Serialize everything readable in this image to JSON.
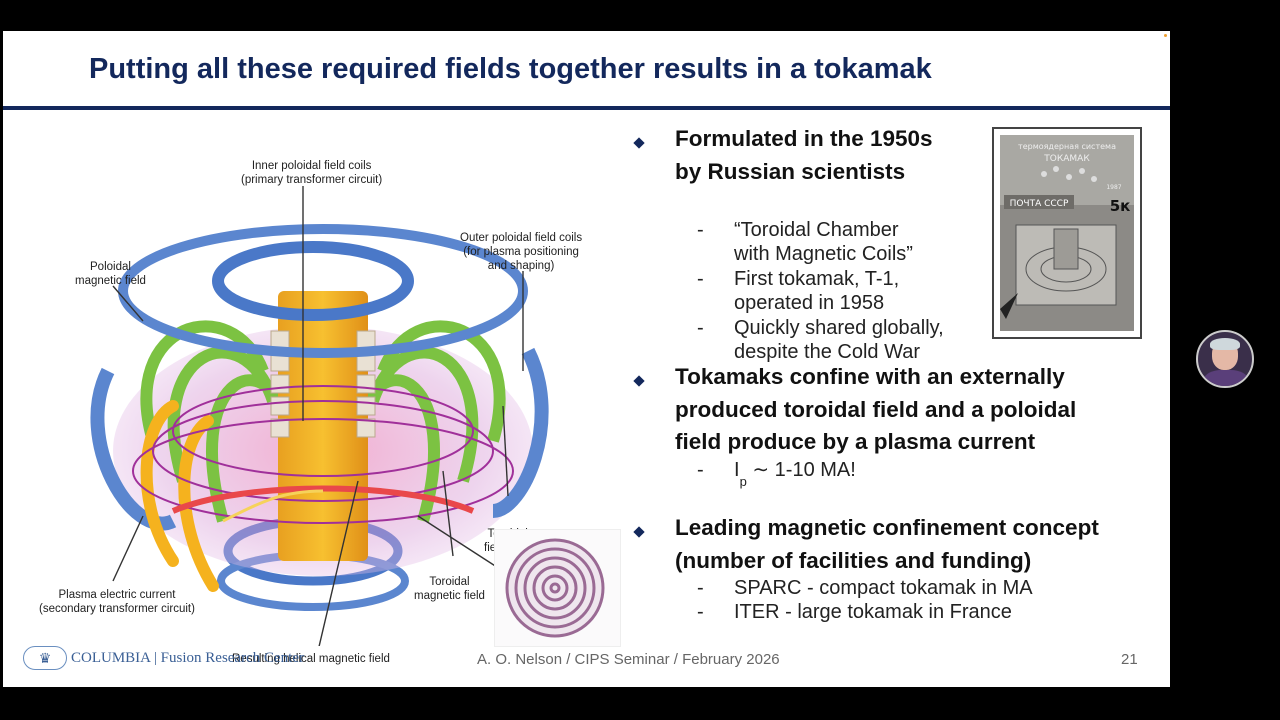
{
  "slide": {
    "title": "Putting all these required fields together results in a tokamak",
    "page_number": "21",
    "footer_center": "A. O. Nelson / CIPS Seminar / February 2026",
    "logo_text": "COLUMBIA | Fusion Research Center"
  },
  "diagram": {
    "labels": {
      "inner_poloidal": "Inner poloidal field coils",
      "inner_poloidal_sub": "(primary transformer circuit)",
      "outer_poloidal": "Outer poloidal field coils",
      "outer_poloidal_sub1": "(for plasma positioning",
      "outer_poloidal_sub2": "and shaping)",
      "poloidal_field1": "Poloidal",
      "poloidal_field2": "magnetic field",
      "toroidal_coils1": "Toroidal",
      "toroidal_coils2": "field coils",
      "toroidal_field1": "Toroidal",
      "toroidal_field2": "magnetic field",
      "plasma_current": "Plasma electric current",
      "plasma_current_sub": "(secondary transformer circuit)",
      "helical": "Resulting helical magnetic field"
    }
  },
  "bullets": [
    {
      "head": [
        "Formulated in the 1950s",
        "by Russian scientists"
      ],
      "subs": [
        [
          "“Toroidal Chamber",
          "with Magnetic Coils”"
        ],
        [
          "First tokamak, T-1,",
          "operated in 1958"
        ],
        [
          "Quickly shared globally,",
          "despite the Cold War"
        ]
      ]
    },
    {
      "head": [
        "Tokamaks confine with an externally",
        "produced toroidal field and a poloidal",
        "field produce by a plasma current"
      ],
      "subs": [
        [
          "I",
          "p",
          "∼ 1-10 MA!"
        ]
      ]
    },
    {
      "head": [
        "Leading magnetic confinement concept",
        "(number of facilities and funding)"
      ],
      "subs": [
        [
          "SPARC - compact tokamak in MA"
        ],
        [
          "ITER - large tokamak in France"
        ]
      ]
    }
  ],
  "stamp": {
    "top_text1": "термоядерная система",
    "top_text2": "ТОКАМАК",
    "year": "1987",
    "country": "ПОЧТА СССР",
    "value": "5к"
  },
  "sub_dash": "-"
}
